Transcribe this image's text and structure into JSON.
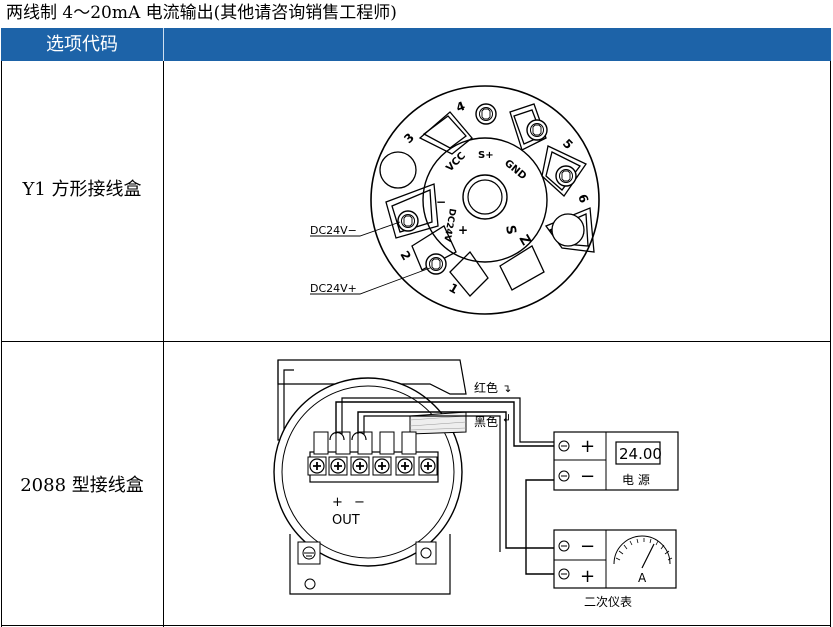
{
  "title": "两线制 4～20mA 电流输出(其他请咨询销售工程师)",
  "header": {
    "col1": "选项代码",
    "col2": ""
  },
  "rows": [
    {
      "code": "Y1 方形接线盒",
      "terminals": [
        "1",
        "2",
        "3",
        "4",
        "5",
        "6"
      ],
      "center_labels": {
        "vcc": "VCC",
        "s_plus": "S+",
        "gnd": "GND",
        "dc24v": "DC24V",
        "minus": "−",
        "plus": "+",
        "s": "S",
        "z": "Z"
      },
      "callouts": {
        "neg": "DC24V−",
        "pos": "DC24V+"
      }
    },
    {
      "code": "2088 型接线盒",
      "wires": {
        "red": "红色",
        "black": "黑色"
      },
      "out": {
        "plus": "+",
        "minus": "−",
        "label": "OUT"
      },
      "power": {
        "plus": "+",
        "minus": "−",
        "display": "24.00",
        "label": "电 源"
      },
      "meter": {
        "minus": "−",
        "plus": "+",
        "unit": "A",
        "label": "二次仪表"
      }
    }
  ]
}
